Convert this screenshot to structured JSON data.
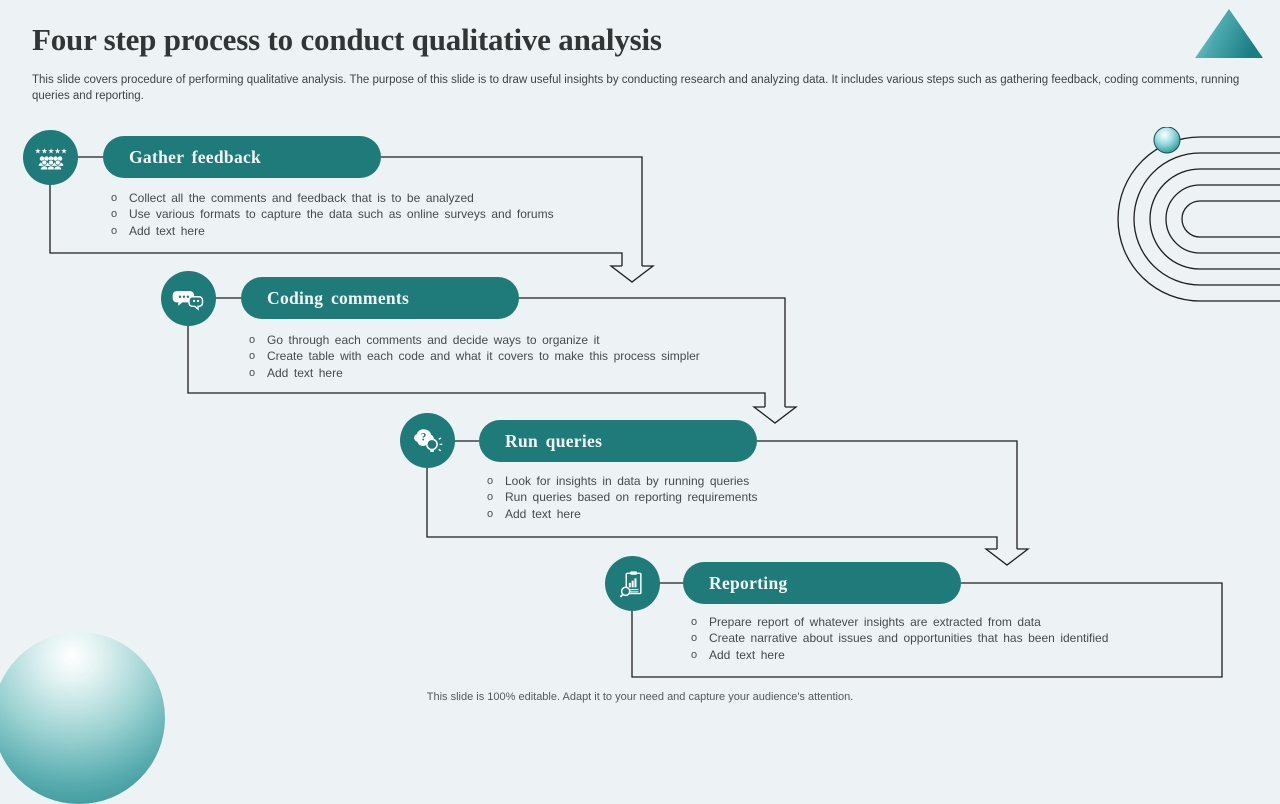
{
  "slide": {
    "title": "Four step process to conduct qualitative analysis",
    "subtitle": "This slide covers procedure of performing qualitative analysis. The purpose of this slide is to draw useful insights by conducting research and analyzing data. It includes various steps such as gathering feedback, coding comments, running queries and reporting.",
    "footer": "This slide is 100% editable. Adapt it to your need and capture your audience's attention."
  },
  "bullet_marker": "o",
  "colors": {
    "teal": "#1F7B79",
    "background": "#EDF3F4",
    "connector_line": "#1e1e1e",
    "title_text": "#313536",
    "body_text": "#454a4b",
    "pill_text": "#F4F9F9",
    "footer_text": "#54595a"
  },
  "steps": [
    {
      "label": "Gather feedback",
      "icon": "audience-stars-icon",
      "bullets": [
        "Collect all the comments and feedback that is to be analyzed",
        "Use various formats to capture the data such as online surveys and forums",
        "Add text here"
      ]
    },
    {
      "label": "Coding comments",
      "icon": "chat-bubbles-icon",
      "bullets": [
        "Go through each comments and decide ways to organize it",
        "Create table with each code and what it covers to make this process simpler",
        "Add text here"
      ]
    },
    {
      "label": "Run queries",
      "icon": "brain-bulb-icon",
      "bullets": [
        "Look for insights in data by running queries",
        "Run queries based on reporting requirements",
        "Add text here"
      ]
    },
    {
      "label": "Reporting",
      "icon": "report-magnifier-icon",
      "bullets": [
        "Prepare report of whatever insights are extracted from data",
        "Create narrative about issues and opportunities that has been identified",
        "Add text here"
      ]
    }
  ]
}
